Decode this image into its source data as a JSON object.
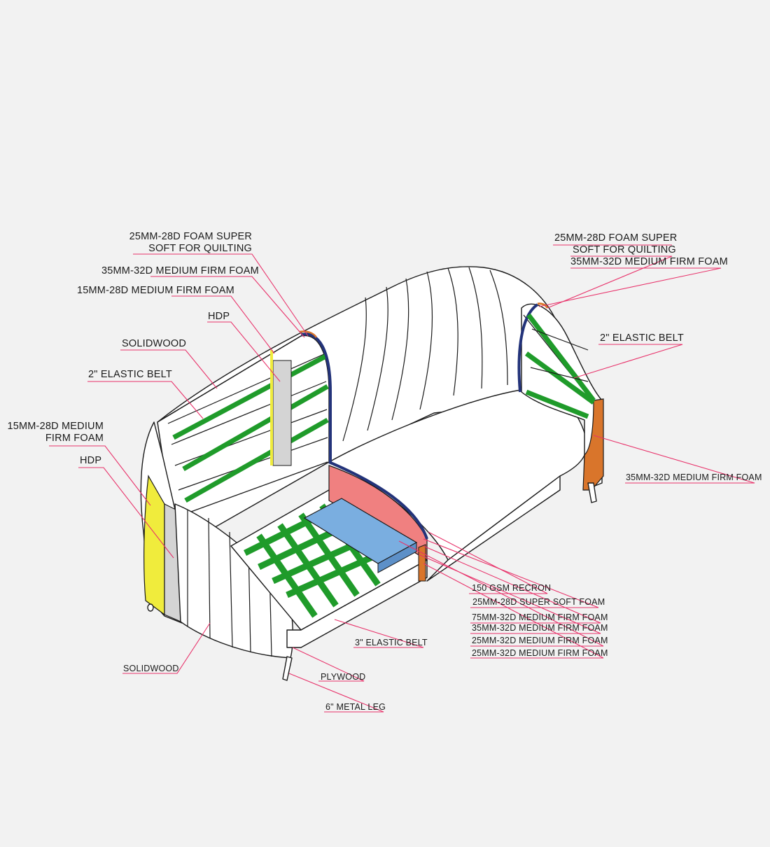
{
  "colors": {
    "background": "#f2f2f2",
    "leader": "#e8336b",
    "elastic_belt": "#1f9b2a",
    "hdp": "#f0ec3c",
    "foam_orange": "#d9752b",
    "foam_red": "#f08080",
    "foam_blue": "#7aaee0",
    "recron_navy": "#23337a",
    "plywood_gray": "#d4d4d4"
  },
  "labels": {
    "left_quilt_1": "25MM-28D FOAM SUPER",
    "left_quilt_2": "SOFT FOR QUILTING",
    "left_35mm": "35MM-32D MEDIUM FIRM FOAM",
    "left_15mm": "15MM-28D MEDIUM FIRM FOAM",
    "left_hdp_top": "HDP",
    "left_solidwood_top": "SOLIDWOOD",
    "left_belt": "2\" ELASTIC BELT",
    "left_15mm_arm_1": "15MM-28D MEDIUM",
    "left_15mm_arm_2": "FIRM FOAM",
    "left_hdp_arm": "HDP",
    "right_quilt_1": "25MM-28D FOAM SUPER",
    "right_quilt_2": "SOFT FOR QUILTING",
    "right_35mm": "35MM-32D MEDIUM FIRM FOAM",
    "right_belt": "2\" ELASTIC BELT",
    "right_35mm_arm": "35MM-32D MEDIUM FIRM FOAM",
    "recron": "150 GSM RECRON",
    "seat_25mm_soft": "25MM-28D SUPER SOFT FOAM",
    "seat_75mm": "75MM-32D MEDIUM FIRM FOAM",
    "seat_35mm": "35MM-32D MEDIUM FIRM FOAM",
    "seat_25mm_a": "25MM-32D MEDIUM FIRM  FOAM",
    "seat_25mm_b": "25MM-32D MEDIUM FIRM  FOAM",
    "seat_belt": "3\" ELASTIC BELT",
    "plywood": "PLYWOOD",
    "metal_leg": "6\" METAL LEG",
    "bottom_solidwood": "SOLIDWOOD"
  }
}
